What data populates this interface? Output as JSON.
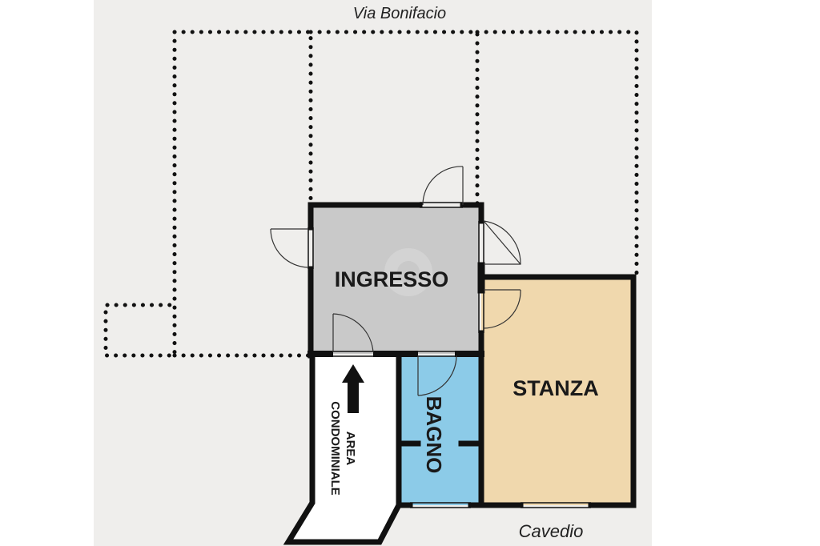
{
  "plan": {
    "streets": {
      "top": "Via Bonifacio",
      "bottom": "Cavedio"
    },
    "rooms": {
      "ingresso": "INGRESSO",
      "stanza": "STANZA",
      "bagno": "BAGNO",
      "area_line1": "AREA",
      "area_line2": "CONDOMINIALE"
    },
    "colors": {
      "background": "#efeeec",
      "ingresso_fill": "#c9c9c9",
      "stanza_fill": "#f0d8ad",
      "bagno_fill": "#8ccbe8",
      "area_fill": "#ffffff",
      "wall": "#111111"
    },
    "icons": {
      "arrow": "arrow-up-icon",
      "watermark": "logo-watermark"
    }
  }
}
